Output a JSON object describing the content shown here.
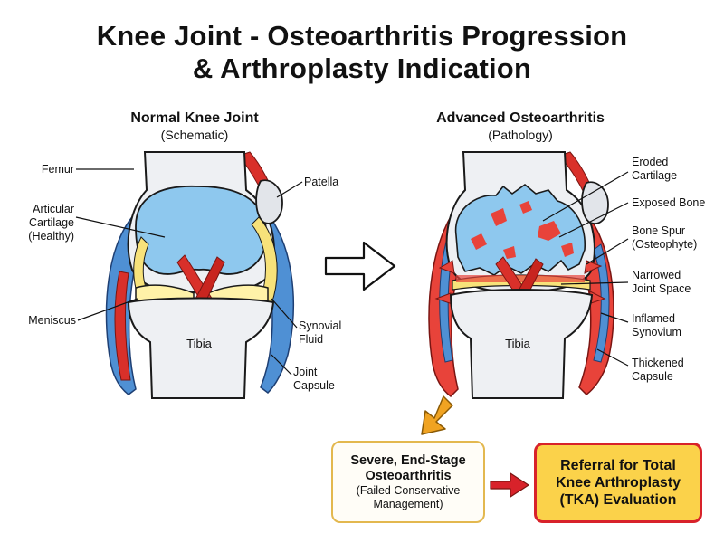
{
  "title": {
    "line1": "Knee Joint - Osteoarthritis Progression",
    "line2": "& Arthroplasty Indication"
  },
  "normal": {
    "heading": "Normal Knee Joint",
    "subheading": "(Schematic)",
    "labels": {
      "femur": "Femur",
      "cartilage_1": "Articular",
      "cartilage_2": "Cartilage",
      "cartilage_3": "(Healthy)",
      "meniscus": "Meniscus",
      "patella": "Patella",
      "synovial_1": "Synovial",
      "synovial_2": "Fluid",
      "capsule_1": "Joint",
      "capsule_2": "Capsule",
      "tibia": "Tibia"
    }
  },
  "advanced": {
    "heading": "Advanced Osteoarthritis",
    "subheading": "(Pathology)",
    "labels": {
      "eroded_1": "Eroded",
      "eroded_2": "Cartilage",
      "exposed": "Exposed Bone",
      "spur_1": "Bone Spur",
      "spur_2": "(Osteophyte)",
      "narrowed_1": "Narrowed",
      "narrowed_2": "Joint Space",
      "inflamed_1": "Inflamed",
      "inflamed_2": "Synovium",
      "thickened_1": "Thickened",
      "thickened_2": "Capsule",
      "tibia": "Tibia"
    }
  },
  "severe_box": {
    "line1": "Severe, End-Stage",
    "line2": "Osteoarthritis",
    "line3": "(Failed Conservative",
    "line4": "Management)"
  },
  "referral_box": {
    "line1": "Referral for Total",
    "line2": "Knee Arthroplasty",
    "line3": "(TKA) Evaluation"
  },
  "colors": {
    "bone": "#eef0f3",
    "cartilage": "#8ec8ee",
    "capsule": "#4f90d4",
    "synovial_fluid": "#f7e27a",
    "meniscus": "#fff2a8",
    "ligament": "#d9302a",
    "inflamed": "#e8433a",
    "arrow_orange": "#f0a322",
    "arrow_red": "#d8222a",
    "referral_fill": "#fbd24a"
  }
}
